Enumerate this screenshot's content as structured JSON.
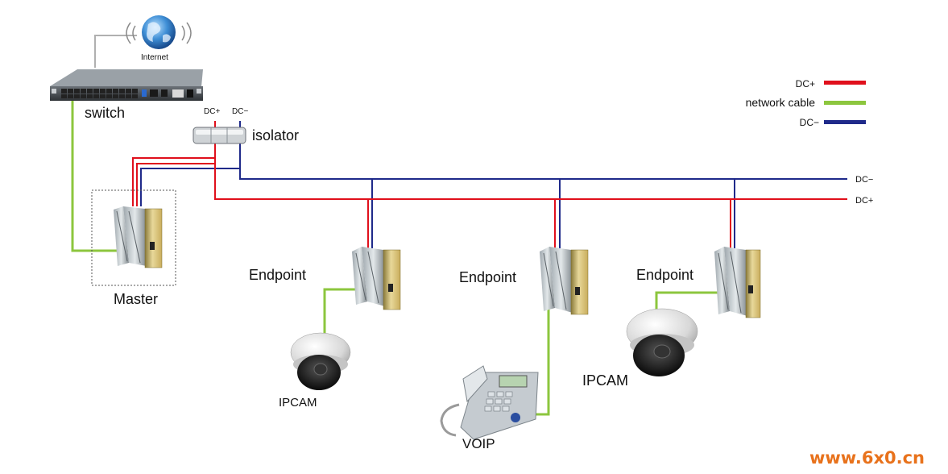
{
  "labels": {
    "internet": "Internet",
    "switch": "switch",
    "isolator": "isolator",
    "master": "Master",
    "endpoint_1": "Endpoint",
    "endpoint_2": "Endpoint",
    "endpoint_3": "Endpoint",
    "ipcam_1": "IPCAM",
    "ipcam_2": "IPCAM",
    "voip": "VOIP",
    "isolator_dc_plus": "DC+",
    "isolator_dc_minus": "DC−",
    "bus_dc_minus": "DC−",
    "bus_dc_plus": "DC+"
  },
  "legend": [
    {
      "label": "DC+",
      "color": "#e0101c"
    },
    {
      "label": "network cable",
      "color": "#8cc63e"
    },
    {
      "label": "DC−",
      "color": "#1f2a8a"
    }
  ],
  "colors": {
    "dc_plus": "#e0101c",
    "network": "#8cc63e",
    "dc_minus": "#1f2a8a",
    "uplink": "#b0b0b0"
  },
  "watermark": "www.6x0.cn"
}
